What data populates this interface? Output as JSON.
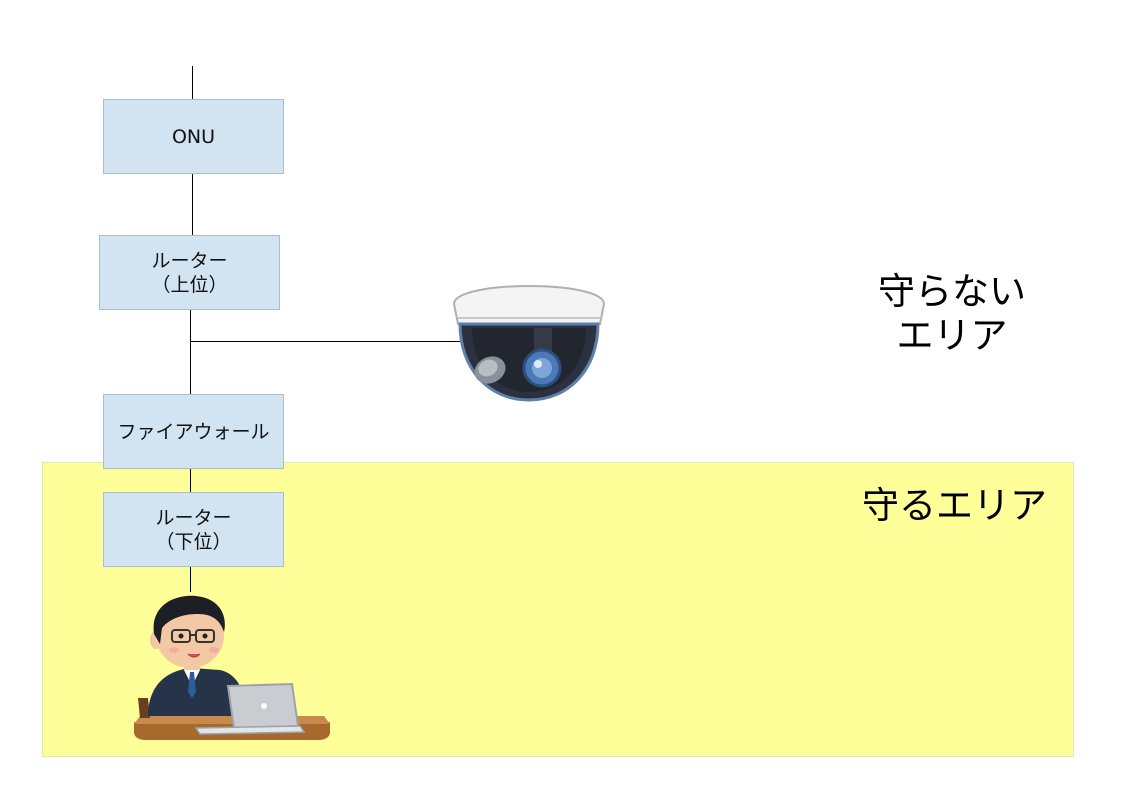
{
  "diagram": {
    "nodes": {
      "onu": {
        "label": "ONU"
      },
      "upper_router": {
        "line1": "ルーター",
        "line2": "（上位）"
      },
      "firewall": {
        "label": "ファイアウォール"
      },
      "lower_router": {
        "line1": "ルーター",
        "line2": "（下位）"
      }
    },
    "areas": {
      "unprotected": {
        "line1": "守らない",
        "line2": "エリア"
      },
      "protected": {
        "label": "守るエリア"
      }
    },
    "devices": {
      "camera": "security-camera",
      "user": "office-worker-with-laptop"
    },
    "colors": {
      "protected_area": "#ffff99",
      "node_fill": "#d2e4f2",
      "node_border": "#a6bfd2",
      "line": "#000000"
    }
  }
}
